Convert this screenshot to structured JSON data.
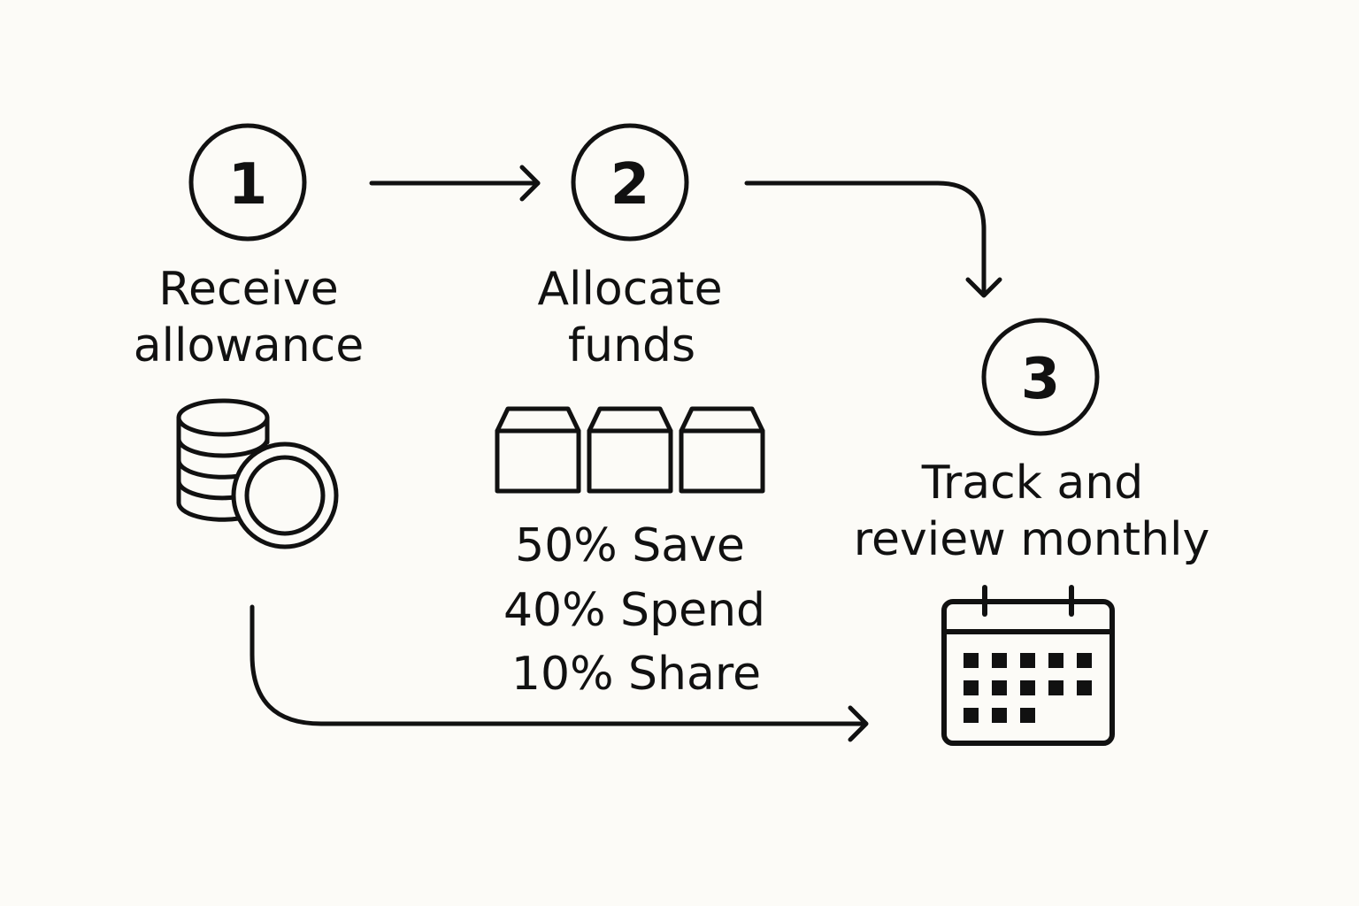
{
  "steps": [
    {
      "number": "1",
      "label_lines": [
        "Receive",
        "allowance"
      ],
      "icon": "coins-icon"
    },
    {
      "number": "2",
      "label_lines": [
        "Allocate",
        "funds"
      ],
      "icon": "boxes-icon"
    },
    {
      "number": "3",
      "label_lines": [
        "Track and",
        "review monthly"
      ],
      "icon": "calendar-icon"
    }
  ],
  "allocation": {
    "lines": [
      "50% Save",
      "40% Spend",
      "10% Share"
    ]
  },
  "colors": {
    "background": "#fcfbf7",
    "ink": "#111111"
  }
}
